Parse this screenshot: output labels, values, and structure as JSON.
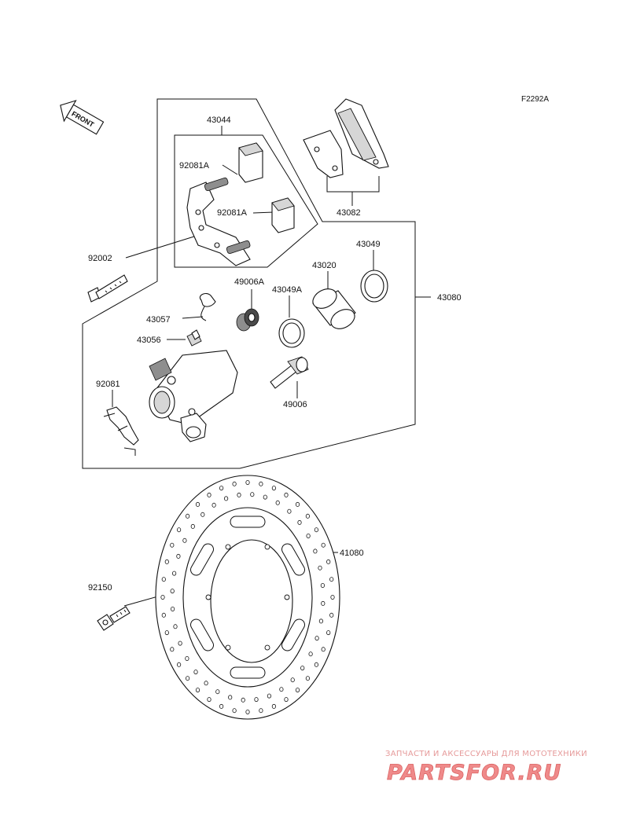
{
  "figure_code": "F2292A",
  "front_label": "FRONT",
  "parts": {
    "p43044": "43044",
    "p92081A_1": "92081A",
    "p92081A_2": "92081A",
    "p92002": "92002",
    "p43082": "43082",
    "p43049": "43049",
    "p43020": "43020",
    "p49006A": "49006A",
    "p43049A": "43049A",
    "p43057": "43057",
    "p43056": "43056",
    "p43080": "43080",
    "p92081": "92081",
    "p49006": "49006",
    "p41080": "41080",
    "p92150": "92150"
  },
  "watermark": {
    "subtitle": "ЗАПЧАСТИ И АКСЕССУАРЫ ДЛЯ МОТОТЕХНИКИ",
    "brand": "PARTSFOR.RU"
  },
  "colors": {
    "line": "#111111",
    "watermark": "#ef8a8a"
  }
}
